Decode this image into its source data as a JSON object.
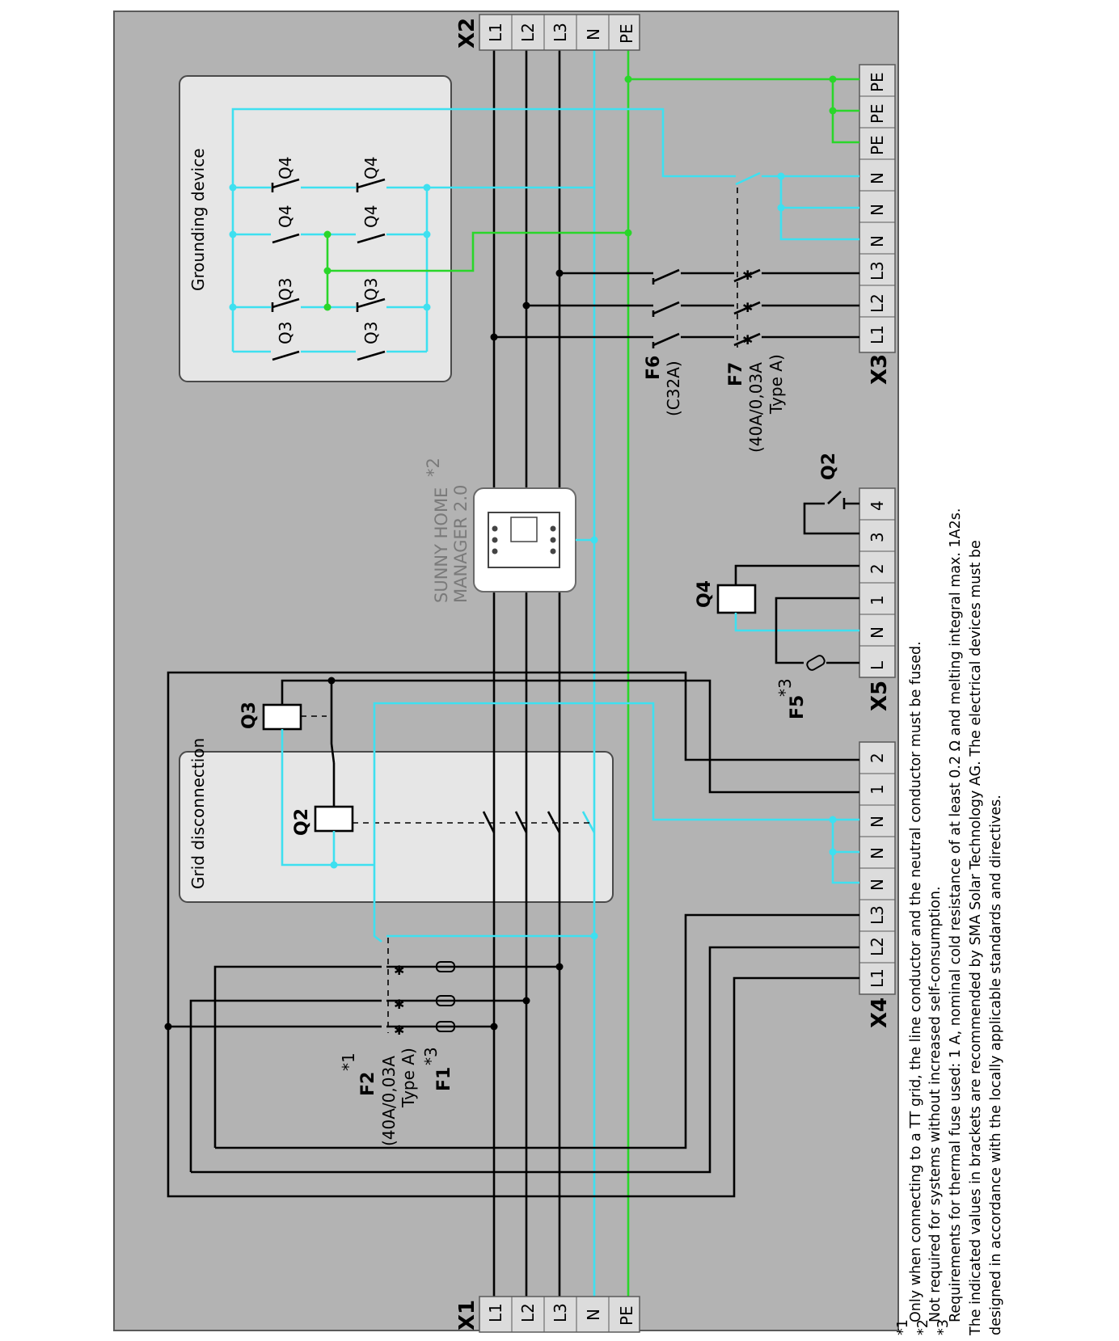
{
  "connectors": {
    "x1": {
      "label": "X1",
      "terminals": [
        "L1",
        "L2",
        "L3",
        "N",
        "PE"
      ]
    },
    "x2": {
      "label": "X2",
      "terminals": [
        "L1",
        "L2",
        "L3",
        "N",
        "PE"
      ]
    },
    "x3": {
      "label": "X3",
      "terminals": [
        "L1",
        "L2",
        "L3",
        "N",
        "N",
        "N",
        "PE",
        "PE",
        "PE"
      ]
    },
    "x4": {
      "label": "X4",
      "terminals": [
        "L1",
        "L2",
        "L3",
        "N",
        "N",
        "N",
        "1",
        "2"
      ]
    },
    "x5": {
      "label": "X5",
      "terminals": [
        "L",
        "N",
        "1",
        "2",
        "3",
        "4"
      ]
    }
  },
  "boxes": {
    "grounding": "Grounding device",
    "grid": "Grid disconnection"
  },
  "meter": {
    "line1": "SUNNY HOME",
    "line2": "MANAGER 2.0",
    "note": "*2"
  },
  "devices": {
    "q3": "Q3",
    "q4": "Q4",
    "q2": "Q2",
    "f6_name": "F6",
    "f6_rating": "(C32A)",
    "f7_name": "F7",
    "f7_rating": "(40A/0,03A",
    "f7_type": "Type A)",
    "f2_name": "F2",
    "f2_note": "*1",
    "f2_rating": "(40A/0,03A",
    "f2_type": "Type A)",
    "f1_name": "F1",
    "f1_note": "*3",
    "f5_name": "F5",
    "f5_note": "*3"
  },
  "footnotes": {
    "n1_mark": "*1",
    "n1": "Only when connecting to a TT grid, the line conductor and the neutral conductor must be fused.",
    "n2_mark": "*2",
    "n2": "Not required for systems without increased self-consumption.",
    "n3_mark": "*3",
    "n3": "Requirements for thermal fuse used: 1 A, nominal cold resistance of at least 0.2 Ω and melting integral max. 1A2s.",
    "n3b": "The indicated values in brackets are recommended by SMA Solar Technology AG. The electrical devices must be",
    "n3c": "designed in accordance with the locally applicable standards and directives."
  },
  "colors": {
    "line": "#000000",
    "neutral": "#3ee0f0",
    "pe": "#2ad62a",
    "frame": "#b3b3b3",
    "box": "#e6e6e6"
  }
}
